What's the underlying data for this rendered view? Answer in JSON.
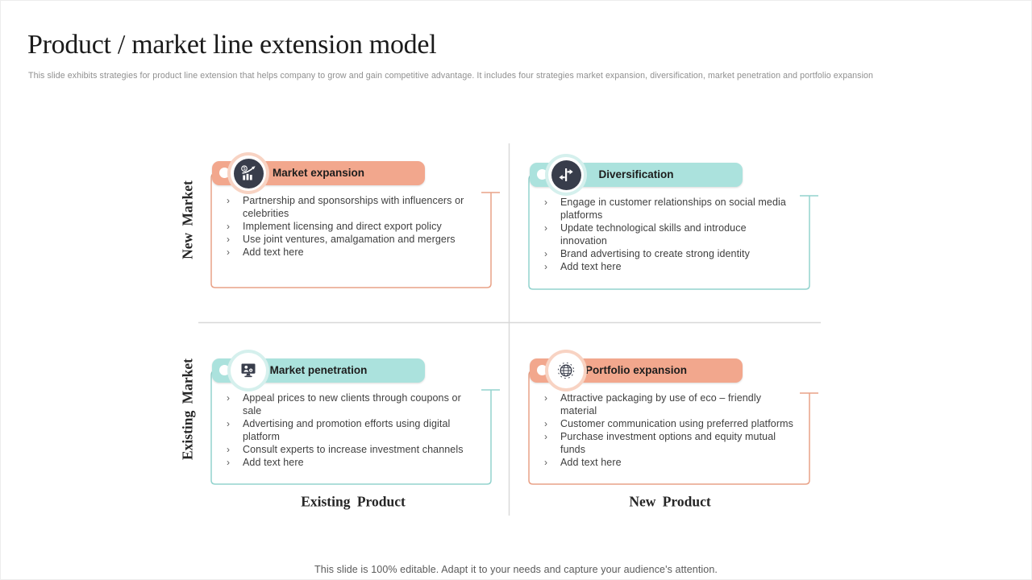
{
  "slide": {
    "title": "Product / market line extension model",
    "subtitle": "This slide exhibits strategies for product line extension that helps company to grow and gain competitive advantage. It includes four strategies market expansion, diversification, market penetration and portfolio expansion",
    "footer": "This slide is 100% editable. Adapt it to your needs and capture your audience's attention."
  },
  "matrix": {
    "y_axis_top": "New Market",
    "y_axis_bottom": "Existing Market",
    "x_axis_left": "Existing Product",
    "x_axis_right": "New Product",
    "quadrants": [
      {
        "title": "Market expansion",
        "icon": "growth-chart-dollar-icon",
        "theme": "salmon",
        "bullets": [
          "Partnership and sponsorships with influencers or celebrities",
          "Implement licensing and direct export policy",
          "Use joint ventures, amalgamation and mergers",
          "Add text here"
        ]
      },
      {
        "title": "Diversification",
        "icon": "diverging-arrows-icon",
        "theme": "teal",
        "bullets": [
          "Engage in customer relationships on social media platforms",
          "Update technological skills and introduce innovation",
          "Brand advertising to create strong identity",
          "Add text here"
        ]
      },
      {
        "title": "Market penetration",
        "icon": "monitor-user-icon",
        "theme": "teal",
        "bullets": [
          "Appeal prices to new clients through coupons or sale",
          "Advertising and promotion efforts using digital platform",
          "Consult experts to increase investment channels",
          "Add text here"
        ]
      },
      {
        "title": "Portfolio expansion",
        "icon": "globe-network-icon",
        "theme": "salmon",
        "bullets": [
          "Attractive packaging by use of eco – friendly material",
          "Customer communication using preferred platforms",
          "Purchase investment options and equity mutual funds",
          "Add text here"
        ]
      }
    ]
  },
  "ui": {
    "bullet_marker": "›"
  },
  "colors": {
    "salmon": "#F2A78D",
    "salmon_halo": "#F8D3C3",
    "salmon_line": "#E9A287",
    "teal": "#ABE2DD",
    "teal_halo": "#D5F0ED",
    "teal_line": "#93D3CE",
    "icon_dark": "#383D4B",
    "divider": "#D8D8D8"
  }
}
